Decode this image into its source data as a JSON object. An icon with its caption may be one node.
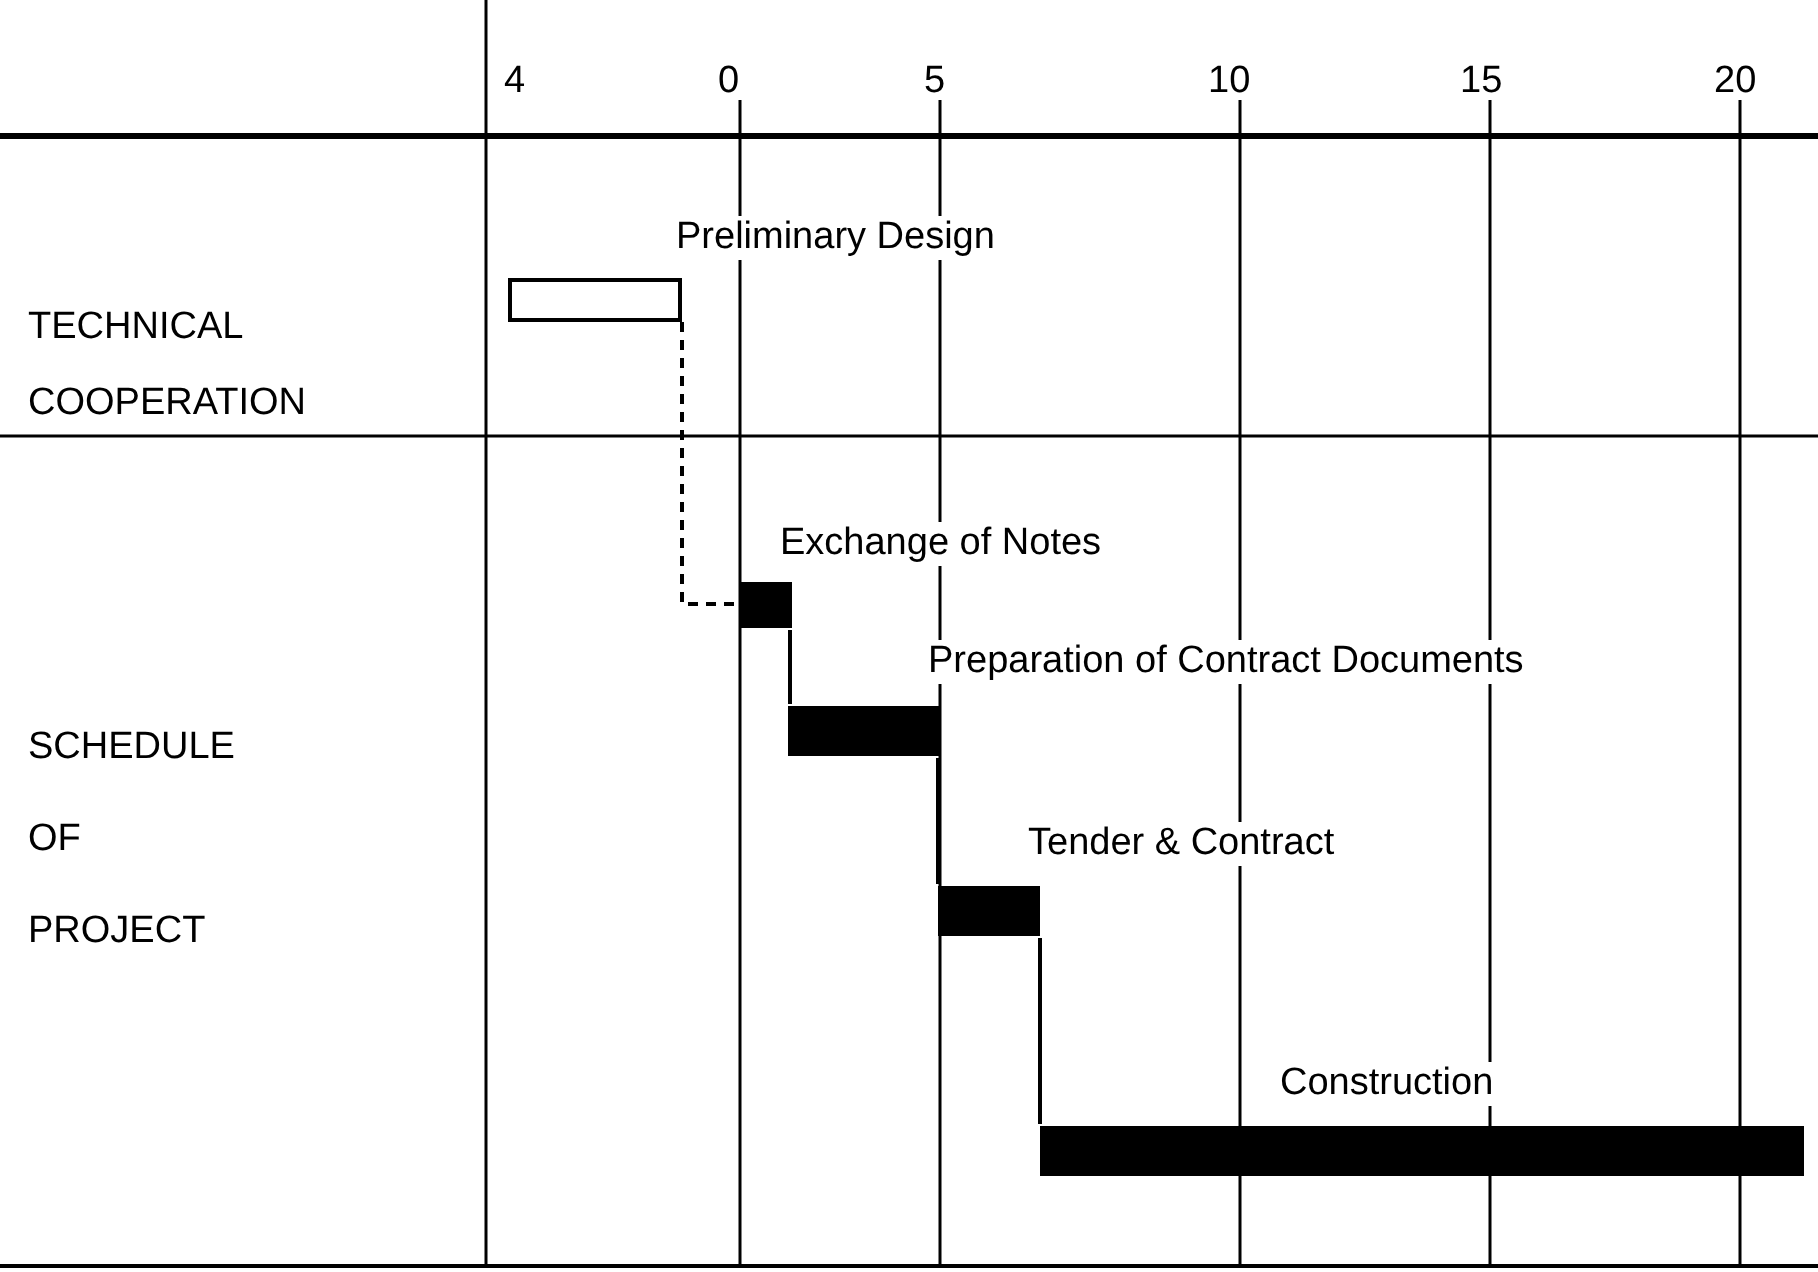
{
  "diagram": {
    "nodes": [
      {
        "text": [],
        "shape": "bar",
        "beside": [
          "Preliminary Design"
        ]
      },
      {
        "text": [],
        "shape": "bar",
        "beside": [
          "Exchange of Notes"
        ]
      },
      {
        "text": [],
        "shape": "bar",
        "beside": [
          "Preparation of Contract Documents"
        ]
      },
      {
        "text": [],
        "shape": "bar",
        "beside": [
          "Tender & Contract"
        ]
      },
      {
        "text": [],
        "shape": "bar",
        "beside": [
          "Construction"
        ]
      }
    ],
    "edges": [
      {
        "from": 0,
        "to": 1,
        "arrow": "none",
        "style": "dashed"
      },
      {
        "from": 1,
        "to": 2,
        "arrow": "none"
      },
      {
        "from": 2,
        "to": 3,
        "arrow": "none"
      },
      {
        "from": 3,
        "to": 4,
        "arrow": "none"
      }
    ],
    "labels": [
      "4",
      "0",
      "5",
      "10",
      "15",
      "20",
      "TECHNICAL COOPERATION",
      "SCHEDULE OF PROJECT"
    ]
  }
}
